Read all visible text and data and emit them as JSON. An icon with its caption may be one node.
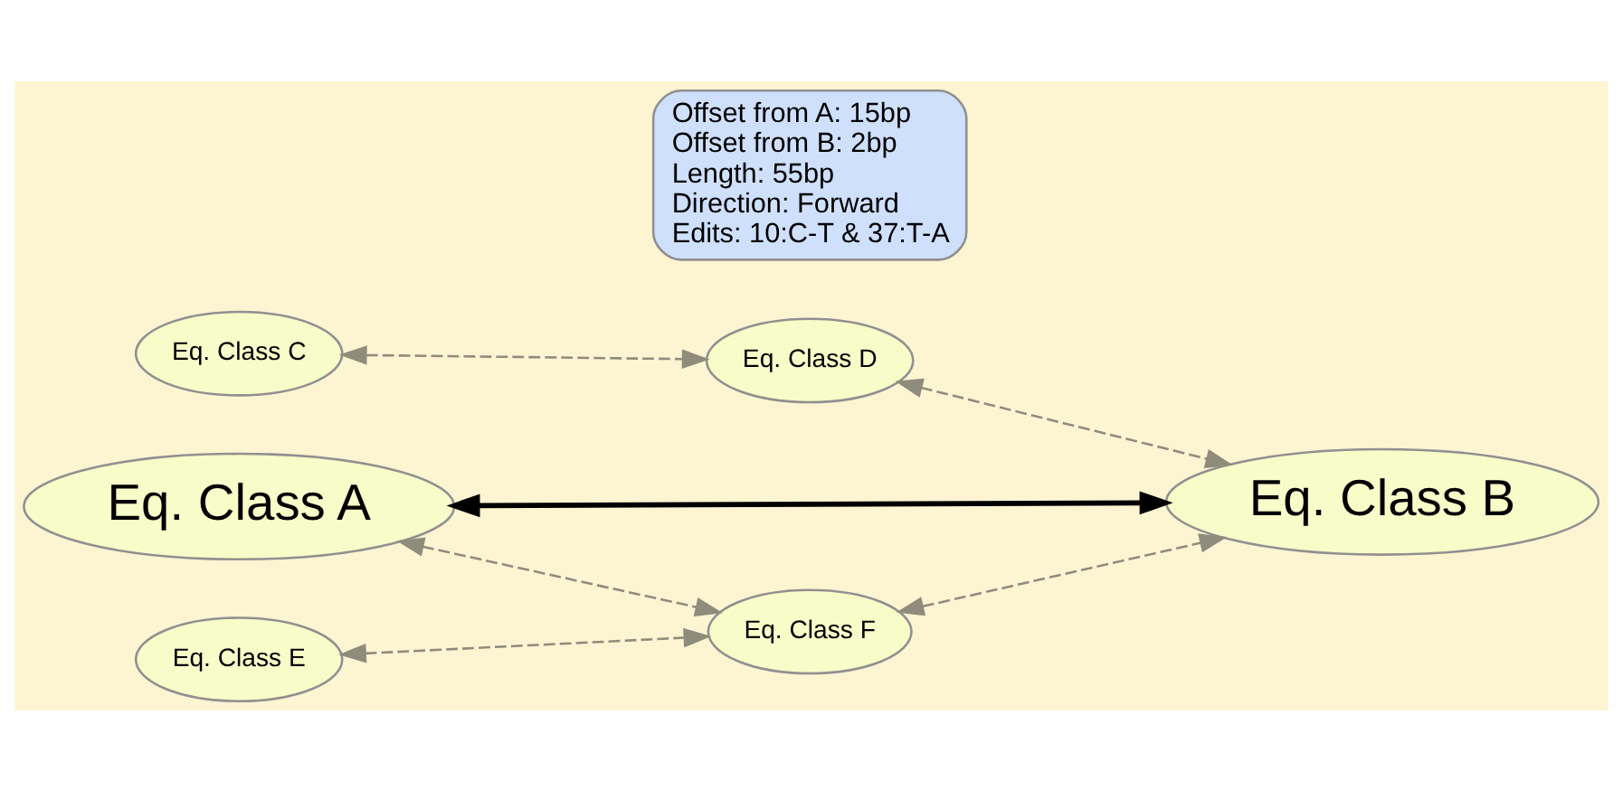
{
  "diagram": {
    "nodes": [
      {
        "text": [
          "Eq. Class C"
        ]
      },
      {
        "text": [
          "Eq. Class D"
        ]
      },
      {
        "text": [
          "Offset from A: 15bp",
          "Offset from B: 2bp",
          "Length: 55bp",
          "Direction: Forward",
          "Edits: 10:C-T & 37:T-A"
        ]
      },
      {
        "text": [
          "Eq. Class A"
        ]
      },
      {
        "text": [
          "Eq. Class B"
        ]
      },
      {
        "text": [
          "Eq. Class E"
        ]
      },
      {
        "text": [
          "Eq. Class F"
        ]
      }
    ],
    "edges": [
      {
        "from": 0,
        "to": 1,
        "arrow": "both",
        "style": "dashed"
      },
      {
        "from": 1,
        "to": 4,
        "arrow": "both",
        "style": "dashed"
      },
      {
        "from": 3,
        "to": 4,
        "arrow": "both",
        "style": "thick",
        "color": "#000000"
      },
      {
        "from": 3,
        "to": 6,
        "arrow": "both",
        "style": "dashed"
      },
      {
        "from": 5,
        "to": 6,
        "arrow": "both",
        "style": "dashed"
      },
      {
        "from": 6,
        "to": 4,
        "arrow": "both",
        "style": "dashed"
      }
    ]
  }
}
